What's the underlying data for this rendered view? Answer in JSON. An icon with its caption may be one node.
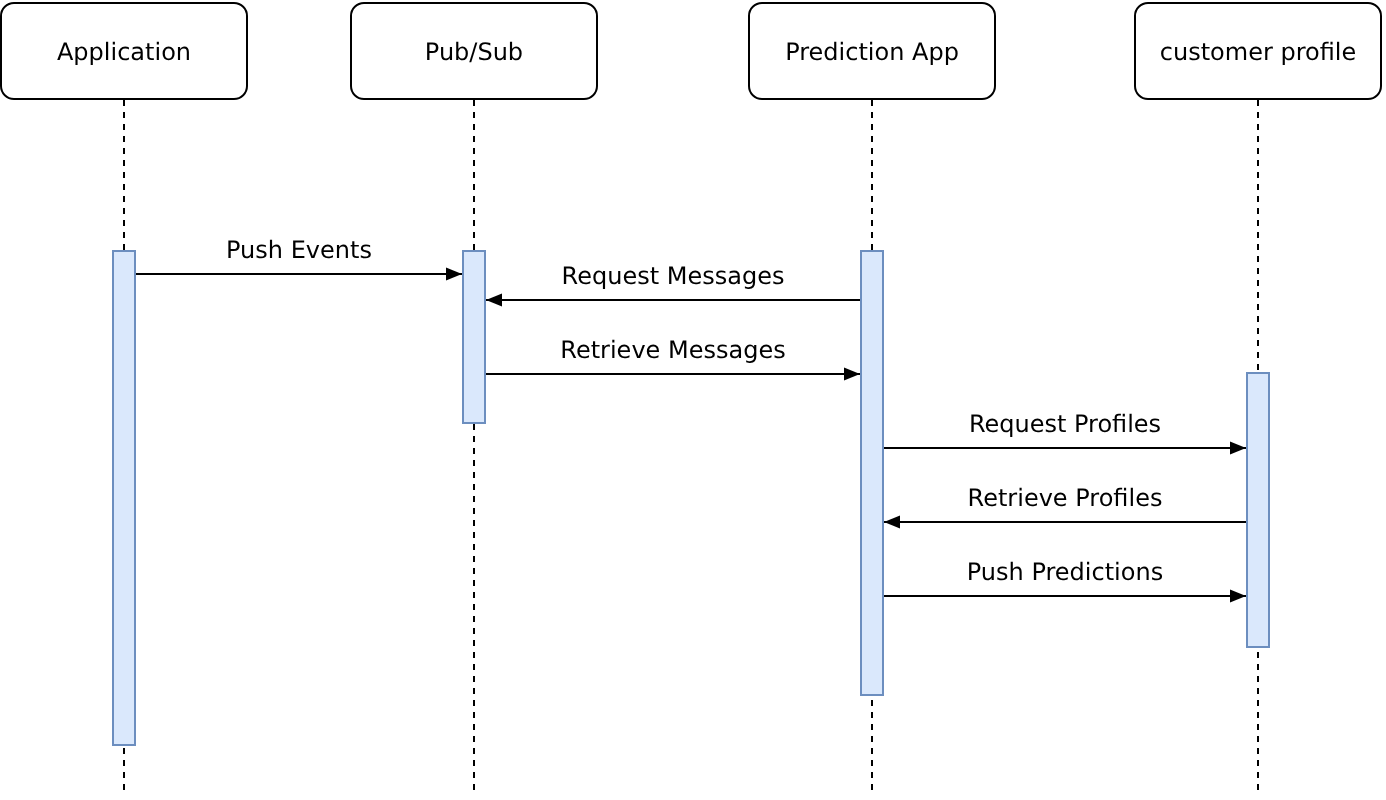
{
  "diagram": {
    "nodes": [
      {
        "text": [
          "Application"
        ]
      },
      {
        "text": [
          "Pub/Sub"
        ]
      },
      {
        "text": [
          "Prediction App"
        ]
      },
      {
        "text": [
          "customer profile"
        ]
      },
      {
        "text": [],
        "shape": "bar"
      },
      {
        "text": [],
        "shape": "bar"
      },
      {
        "text": [],
        "shape": "bar"
      },
      {
        "text": [],
        "shape": "bar"
      }
    ],
    "edges": [
      {
        "from": 4,
        "to": 5,
        "arrow": "to",
        "label": "Push Events"
      },
      {
        "from": 6,
        "to": 5,
        "arrow": "to",
        "label": "Request Messages"
      },
      {
        "from": 5,
        "to": 6,
        "arrow": "to",
        "label": "Retrieve Messages"
      },
      {
        "from": 6,
        "to": 7,
        "arrow": "to",
        "label": "Request Profiles"
      },
      {
        "from": 7,
        "to": 6,
        "arrow": "to",
        "label": "Retrieve Profiles"
      },
      {
        "from": 6,
        "to": 7,
        "arrow": "to",
        "label": "Push Predictions"
      }
    ]
  }
}
